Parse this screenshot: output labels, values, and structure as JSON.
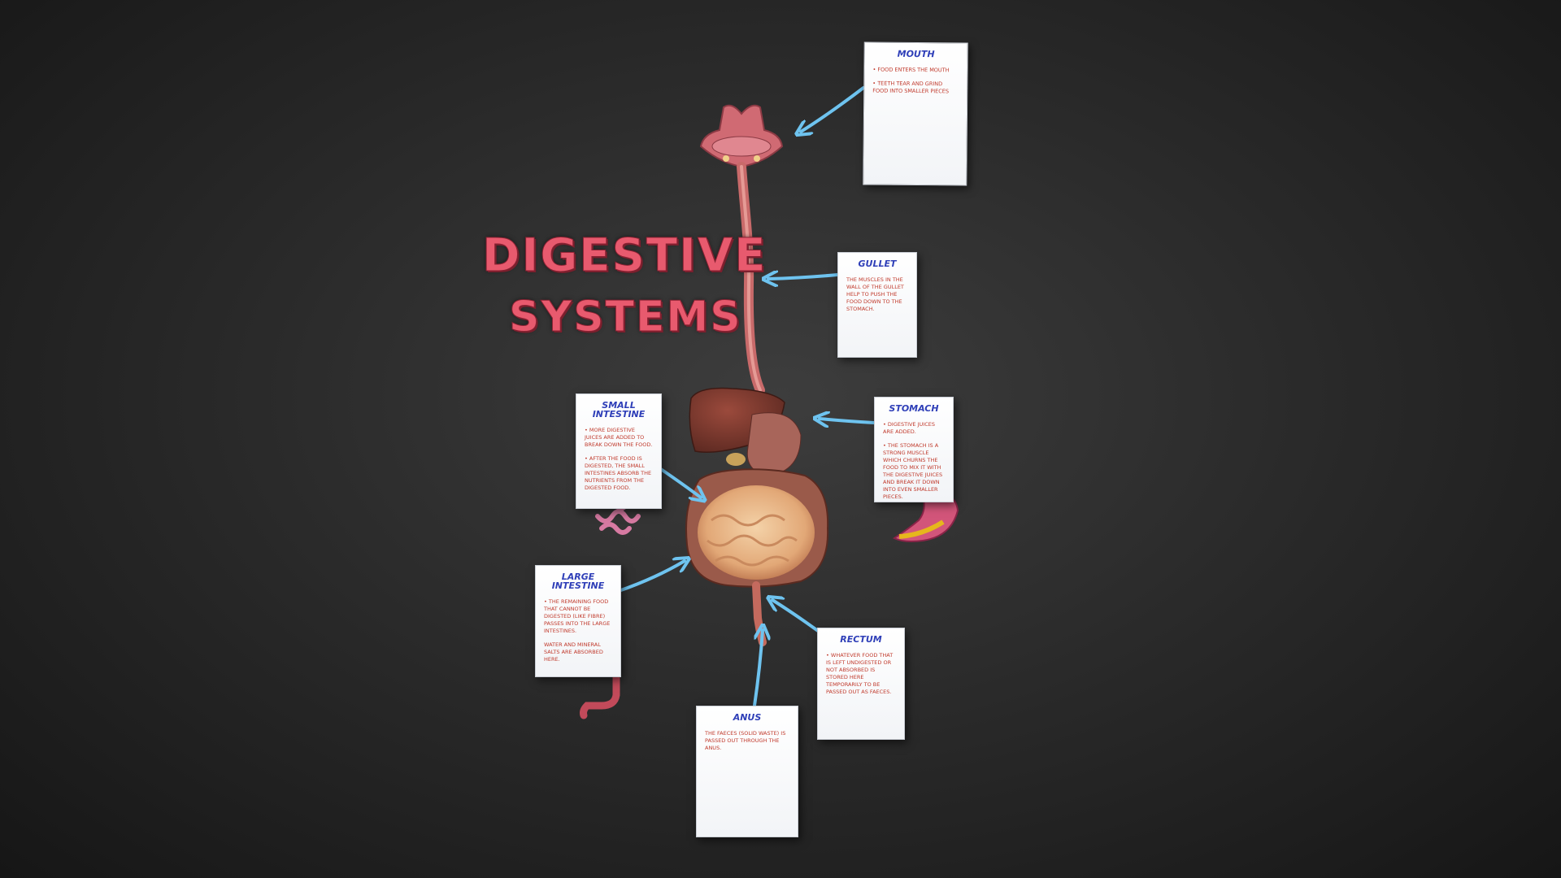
{
  "title": {
    "line1": "DIGESTIVE",
    "line2": "SYSTEMS"
  },
  "cards": {
    "mouth": {
      "title": "MOUTH",
      "lines": [
        "FOOD ENTERS THE MOUTH",
        "TEETH TEAR AND GRIND FOOD INTO SMALLER PIECES"
      ]
    },
    "gullet": {
      "title": "GULLET",
      "lines": [
        "THE MUSCLES IN THE WALL OF THE GULLET HELP TO PUSH THE FOOD DOWN TO THE STOMACH."
      ]
    },
    "small_intestine": {
      "title": "SMALL INTESTINE",
      "lines": [
        "MORE DIGESTIVE JUICES ARE ADDED TO BREAK DOWN THE FOOD.",
        "AFTER THE FOOD IS DIGESTED, THE SMALL INTESTINES ABSORB THE NUTRIENTS FROM THE DIGESTED FOOD."
      ]
    },
    "stomach": {
      "title": "STOMACH",
      "lines": [
        "DIGESTIVE JUICES ARE ADDED.",
        "THE STOMACH IS A STRONG MUSCLE WHICH CHURNS THE FOOD TO MIX IT WITH THE DIGESTIVE JUICES AND BREAK IT DOWN INTO EVEN SMALLER PIECES."
      ]
    },
    "large_intestine": {
      "title": "LARGE INTESTINE",
      "lines": [
        "THE REMAINING FOOD THAT CANNOT BE DIGESTED (LIKE FIBRE) PASSES INTO THE LARGE INTESTINES.",
        "WATER AND MINERAL SALTS ARE ABSORBED HERE."
      ]
    },
    "rectum": {
      "title": "RECTUM",
      "lines": [
        "WHATEVER FOOD THAT IS LEFT UNDIGESTED OR NOT ABSORBED IS STORED HERE TEMPORARILY TO BE PASSED OUT AS FAECES."
      ]
    },
    "anus": {
      "title": "ANUS",
      "lines": [
        "THE FAECES (SOLID WASTE) IS PASSED OUT THROUGH THE ANUS."
      ]
    }
  },
  "colors": {
    "title": "#e85a6e",
    "card_title": "#2f3fb8",
    "card_text": "#c0392b",
    "arrow": "#6ec3ef",
    "organ": "#c4606a",
    "liver": "#7a3a30",
    "intestine": "#e8b98a"
  }
}
